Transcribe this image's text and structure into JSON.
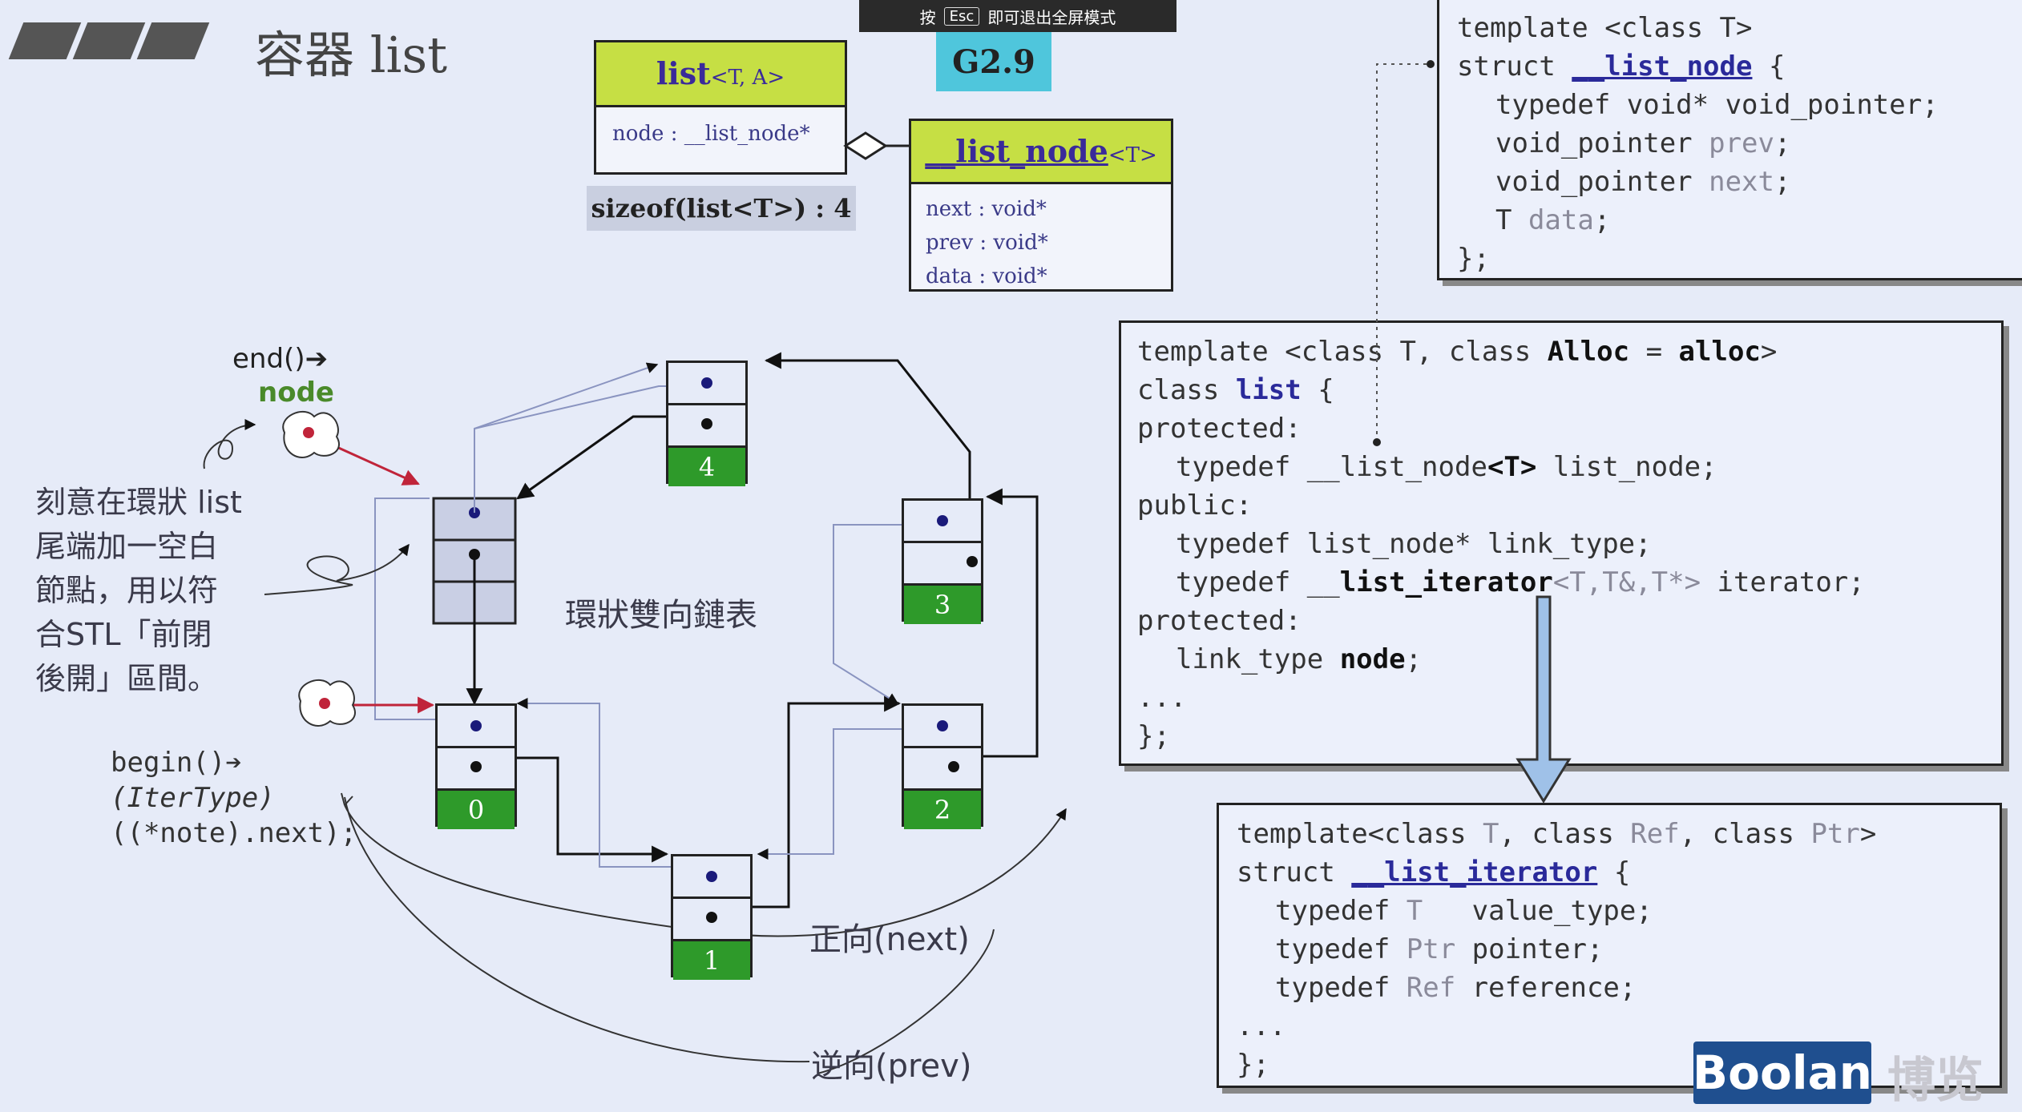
{
  "fullscreen_notice": {
    "press": "按",
    "key": "Esc",
    "text": "即可退出全屏模式"
  },
  "slide": {
    "title": "容器 list",
    "version_badge": "G2.9",
    "uml_list": {
      "title": "list",
      "tparams": "<T, A>",
      "field": "node : __list_node*"
    },
    "sizeof_label": "sizeof(list<T>) : 4",
    "uml_node": {
      "title": "__list_node",
      "tparams": "<T>",
      "fields": [
        "next : void*",
        "prev : void*",
        "data : void*"
      ]
    },
    "code_list_node": {
      "lines": [
        "template <class T>",
        "struct ",
        "__list_node",
        " {",
        "typedef void* void_pointer;",
        "void_pointer ",
        "prev",
        ";",
        "void_pointer ",
        "next",
        ";",
        "T ",
        "data",
        ";",
        "};"
      ]
    },
    "code_list": {
      "l1a": "template <class T, class ",
      "l1b": "Alloc",
      "l1c": " = ",
      "l1d": "alloc",
      "l1e": ">",
      "l2a": "class ",
      "l2b": "list",
      "l2c": " {",
      "l3": "protected:",
      "l4a": "typedef __list_node",
      "l4b": "<T>",
      "l4c": " list_node;",
      "l5": "public:",
      "l6": "typedef list_node* link_type;",
      "l7a": "typedef __",
      "l7b": "list_iterator",
      "l7c": "<T,T&,T*>",
      "l7d": " iterator;",
      "l8": "protected:",
      "l9a": "link_type ",
      "l9b": "node",
      "l9c": ";",
      "l10": "...",
      "l11": "};"
    },
    "code_iterator": {
      "l1a": "template<class ",
      "l1b": "T",
      "l1c": ", class ",
      "l1d": "Ref",
      "l1e": ", class ",
      "l1f": "Ptr",
      "l1g": ">",
      "l2a": "struct ",
      "l2b": "__list_iterator",
      "l2c": " {",
      "l3a": "typedef ",
      "l3b": "T",
      "l3c": "   value_type;",
      "l4a": "typedef ",
      "l4b": "Ptr",
      "l4c": " pointer;",
      "l5a": "typedef ",
      "l5b": "Ref",
      "l5c": " reference;",
      "l6": "...",
      "l7": "};"
    },
    "diagram": {
      "end_label": "end()➔",
      "end_node_label": "node",
      "annotation": [
        "刻意在環狀 list",
        "尾端加一空白",
        "節點，用以符",
        "合STL「前閉",
        "後開」區間。"
      ],
      "center_label": "環狀雙向鏈表",
      "begin_label": [
        "begin()➔",
        "(IterType)",
        "((*note).next);"
      ],
      "node_values": [
        "4",
        "3",
        "0",
        "2",
        "1"
      ],
      "forward_label": "正向(next)",
      "backward_label": "逆向(prev)",
      "colors": {
        "node_value_fill": "#2e9a2a",
        "node_empty_fill": "#c9cfe4",
        "pointer_arrow": "#c0243a"
      }
    },
    "watermark": {
      "logo": "Boolan",
      "cn": "博览"
    }
  }
}
